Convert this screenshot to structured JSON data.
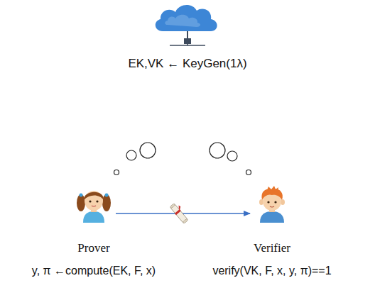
{
  "diagram": {
    "nodes": [
      {
        "text": [
          "EK,VK ← KeyGen(1λ)"
        ]
      },
      {
        "text": [
          "Prover",
          "y, π ←compute(EK, F, x)"
        ]
      },
      {
        "text": [
          "Verifier",
          "verify(VK, F, x, y, π)==1"
        ]
      }
    ],
    "edges": [
      {
        "from": 1,
        "to": 2,
        "arrow": "to"
      }
    ]
  }
}
